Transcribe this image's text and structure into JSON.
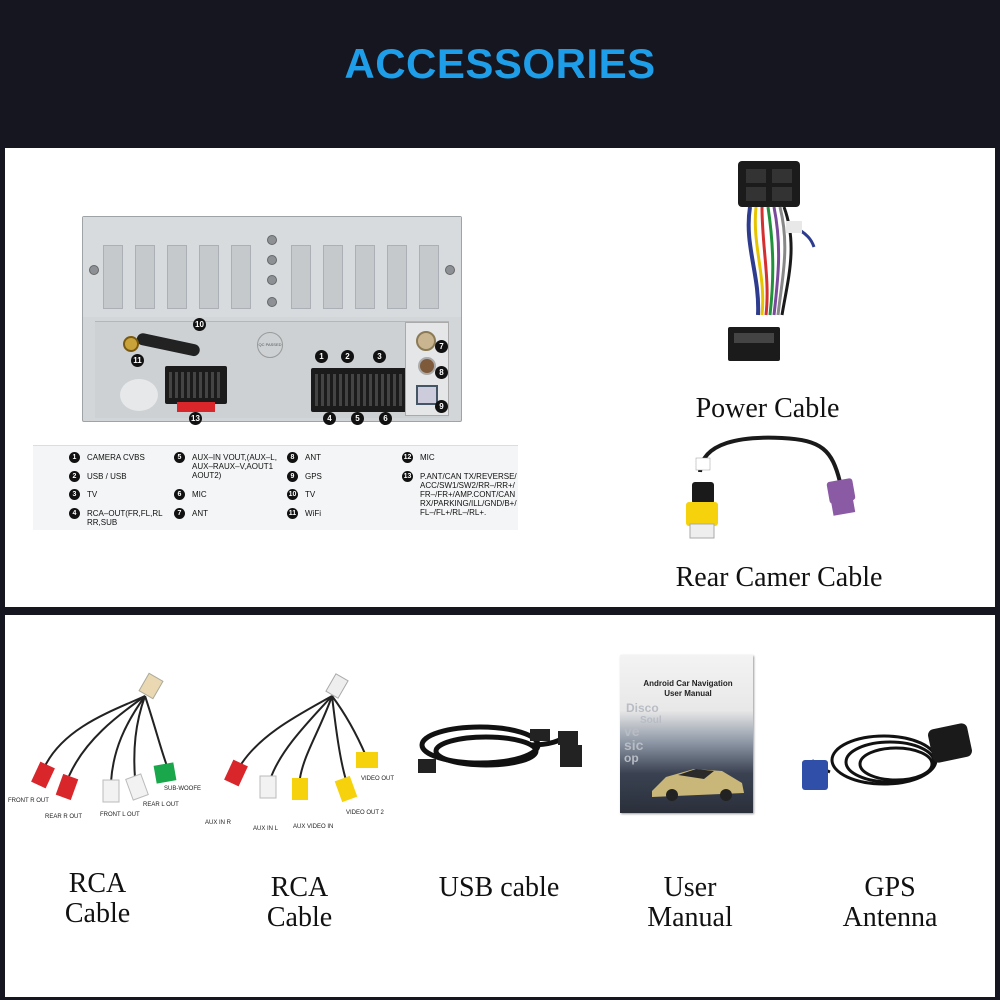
{
  "header": {
    "title": "ACCESSORIES"
  },
  "top_panel": {
    "power_cable_label": "Power Cable",
    "rear_camera_label": "Rear Camer Cable",
    "unit_back": {
      "antenna_number": "10",
      "wifi_number": "11",
      "harness_number": "13",
      "port_numbers_top": [
        "1",
        "2",
        "3"
      ],
      "port_numbers_bottom": [
        "4",
        "5",
        "6"
      ],
      "side_numbers": [
        "7",
        "8",
        "9"
      ],
      "badge_text": "QC PASSED"
    },
    "legend": [
      {
        "num": "1",
        "text": "CAMERA CVBS"
      },
      {
        "num": "2",
        "text": "USB / USB"
      },
      {
        "num": "3",
        "text": "TV"
      },
      {
        "num": "4",
        "text": "RCA–OUT(FR,FL,RL RR,SUB"
      },
      {
        "num": "5",
        "text": "AUX–IN VOUT,(AUX–L, AUX–RAUX–V,AOUT1 AOUT2)"
      },
      {
        "num": "6",
        "text": "MIC"
      },
      {
        "num": "7",
        "text": "ANT"
      },
      {
        "num": "8",
        "text": "ANT"
      },
      {
        "num": "9",
        "text": "GPS"
      },
      {
        "num": "10",
        "text": "TV"
      },
      {
        "num": "11",
        "text": "WiFi"
      },
      {
        "num": "12",
        "text": "MIC"
      },
      {
        "num": "13",
        "text": "P.ANT/CAN TX/REVERSE/ ACC/SW1/SW2/RR–/RR+/ FR–/FR+/AMP.CONT/CAN RX/PARKING/ILL/GND/B+/ FL–/FL+/RL–/RL+."
      }
    ]
  },
  "bottom_panel": {
    "items": [
      {
        "line1": "RCA",
        "line2": "Cable"
      },
      {
        "line1": "RCA",
        "line2": "Cable"
      },
      {
        "line1": "USB cable",
        "line2": ""
      },
      {
        "line1": "User",
        "line2": "Manual"
      },
      {
        "line1": "GPS",
        "line2": "Antenna"
      }
    ],
    "rca1_tags": [
      "FRONT R OUT",
      "REAR R OUT",
      "FRONT L OUT",
      "REAR L OUT",
      "SUB-WOOFE"
    ],
    "rca2_tags": [
      "AUX IN R",
      "AUX IN L",
      "AUX VIDEO IN",
      "VIDEO OUT 2",
      "VIDEO OUT"
    ],
    "manual": {
      "title": "Android Car Navigation",
      "subtitle": "User Manual",
      "cover_words": [
        "Disco",
        "Soul",
        "ve",
        "sic",
        "op"
      ]
    }
  },
  "colors": {
    "accent": "#1e9ee8",
    "background": "#15161f",
    "panel": "#ffffff",
    "rca_red": "#d8262b",
    "rca_white": "#f2f2f2",
    "rca_yellow": "#f5d20c",
    "rca_green": "#1aa64b",
    "fakra_blue": "#2f4fa8",
    "fakra_purple": "#8b5aa5"
  }
}
